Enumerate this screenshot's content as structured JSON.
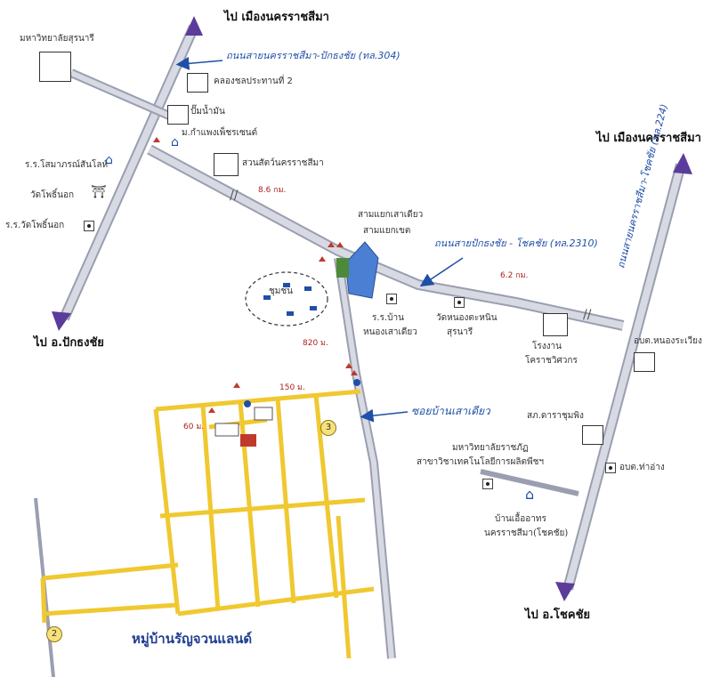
{
  "directions": {
    "to_nakhon_ratchasima_top": "ไป เมืองนครราชสีมา",
    "to_nakhon_ratchasima_right": "ไป เมืองนครราชสีมา",
    "to_chok_chai_district": "ไป อ.ปักธงชัย",
    "to_chok_chai_bottom": "ไป อ.โชคชัย"
  },
  "roads": {
    "highway_304": "ถนนสายนครราชสีมา-ปักธงชัย (ทล.304)",
    "highway_2310": "ถนนสายปักธงชัย - โชคชัย (ทล.2310)",
    "highway_224": "ถนนสายนครราชสีมา-โชคชัย (ทล.224)",
    "soi_label": "ซอยบ้านเสาเดียว"
  },
  "distances": {
    "d1": "8.6 กม.",
    "d2": "6.2 กม.",
    "d3": "820 ม.",
    "d4": "150 ม.",
    "d5": "60 ม."
  },
  "places": {
    "university": "มหาวิทยาลัยสุรนารี",
    "bridge": "คลองชลประทานที่ 2",
    "gas": "ปั๊มน้ำมัน",
    "gas2": "ม.กำแพงเพ็ชรเซนต์",
    "school_left": "ร.ร.โสมาภรณ์สันโลห์",
    "temple_left": "วัดโพธิ์นอก",
    "school_temple": "ร.ร.วัดโพธิ์นอก",
    "mountain": "สวนสัตว์นครราชสีมา",
    "market": "สามแยกเสาเดียว",
    "market2": "สามแยกเขต",
    "school_center": "ร.ร.บ้าน",
    "school_center2": "หนองเสาเดียว",
    "rehab": "วัดหนองตะหนิน",
    "rehab2": "สุรนารี",
    "factory": "โรงงาน",
    "factory2": "โคราชวิศวกร",
    "abt_left": "อบต.หนองระเวียง",
    "abt_right": "อบต.ท่าอ่าง",
    "village_center": "ชุมชน",
    "police": "สภ.ดาราชุมพิง",
    "college": "มหาวิทยาลัยราชภัฏ",
    "college2": "สาขาวิชาเทคโนโลยีการผลิตพืชฯ",
    "home_icon_label": "บ้านเอื้ออาทร",
    "home_icon_label2": "นครราชสีมา(โชคชัย)",
    "village_name": "หมู่บ้านรัญจวนแลนด์"
  },
  "markers": {
    "circle2": "2",
    "circle3": "3"
  },
  "colors": {
    "road_gray": "#cfd2dc",
    "road_edge": "#9a9eb0",
    "arrow_blue": "#1f4fa8",
    "village_road": "#f0c830",
    "plot_red": "#c0392b",
    "pond": "#4a7fd4"
  }
}
